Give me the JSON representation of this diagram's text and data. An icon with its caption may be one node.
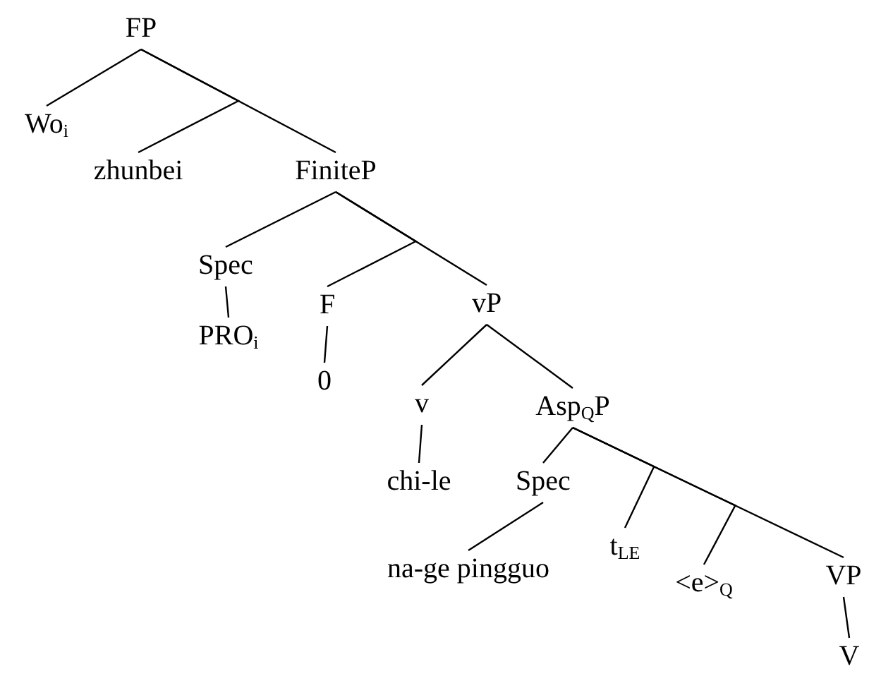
{
  "diagram": {
    "nodes": [
      {
        "text": [
          "FP"
        ]
      },
      {
        "text": [
          "Wo$_{i}$"
        ]
      },
      {
        "text": [
          "zhunbei"
        ]
      },
      {
        "text": [
          "FiniteP"
        ]
      },
      {
        "text": [
          "Spec"
        ]
      },
      {
        "text": [
          "F"
        ]
      },
      {
        "text": [
          "vP"
        ]
      },
      {
        "text": [
          "PRO$_{i}$"
        ]
      },
      {
        "text": [
          "0"
        ]
      },
      {
        "text": [
          "v"
        ]
      },
      {
        "text": [
          "Asp$_{Q}$P"
        ]
      },
      {
        "text": [
          "chi-le"
        ]
      },
      {
        "text": [
          "Spec"
        ]
      },
      {
        "text": [
          "t$_{LE}$"
        ]
      },
      {
        "text": [
          "<e>$_{Q}$"
        ]
      },
      {
        "text": [
          "VP"
        ]
      },
      {
        "text": [
          "na-ge pingguo"
        ]
      },
      {
        "text": [
          "V"
        ]
      }
    ],
    "edges": [
      {
        "from": 0,
        "to": 1,
        "arrow": "none"
      },
      {
        "from": 0,
        "to": 2,
        "arrow": "none"
      },
      {
        "from": 0,
        "to": 3,
        "arrow": "none"
      },
      {
        "from": 3,
        "to": 4,
        "arrow": "none"
      },
      {
        "from": 3,
        "to": 5,
        "arrow": "none"
      },
      {
        "from": 3,
        "to": 6,
        "arrow": "none"
      },
      {
        "from": 4,
        "to": 7,
        "arrow": "none"
      },
      {
        "from": 5,
        "to": 8,
        "arrow": "none"
      },
      {
        "from": 6,
        "to": 9,
        "arrow": "none"
      },
      {
        "from": 6,
        "to": 10,
        "arrow": "none"
      },
      {
        "from": 9,
        "to": 11,
        "arrow": "none"
      },
      {
        "from": 10,
        "to": 12,
        "arrow": "none"
      },
      {
        "from": 10,
        "to": 13,
        "arrow": "none"
      },
      {
        "from": 10,
        "to": 14,
        "arrow": "none"
      },
      {
        "from": 10,
        "to": 15,
        "arrow": "none"
      },
      {
        "from": 12,
        "to": 16,
        "arrow": "none"
      },
      {
        "from": 15,
        "to": 17,
        "arrow": "none"
      }
    ]
  }
}
